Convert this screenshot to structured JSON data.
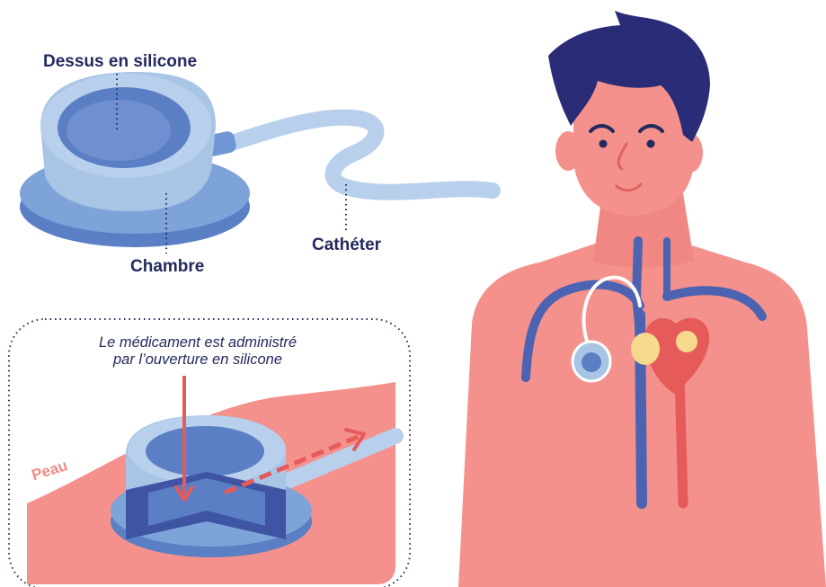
{
  "labels": {
    "silicone_top": "Dessus en silicone",
    "chamber": "Chambre",
    "catheter": "Cathéter"
  },
  "inset": {
    "caption_line1": "Le médicament est administré",
    "caption_line2": "par l’ouverture en silicone",
    "skin_label": "Peau"
  },
  "colors": {
    "navy": "#232a5c",
    "device_light": "#a9c5e6",
    "device_mid": "#7ea3d8",
    "device_dark": "#5b7fc4",
    "vein_blue": "#4b63b0",
    "skin_pink": "#f4918c",
    "artery_red": "#e65a5a",
    "hair": "#2a2c78"
  }
}
